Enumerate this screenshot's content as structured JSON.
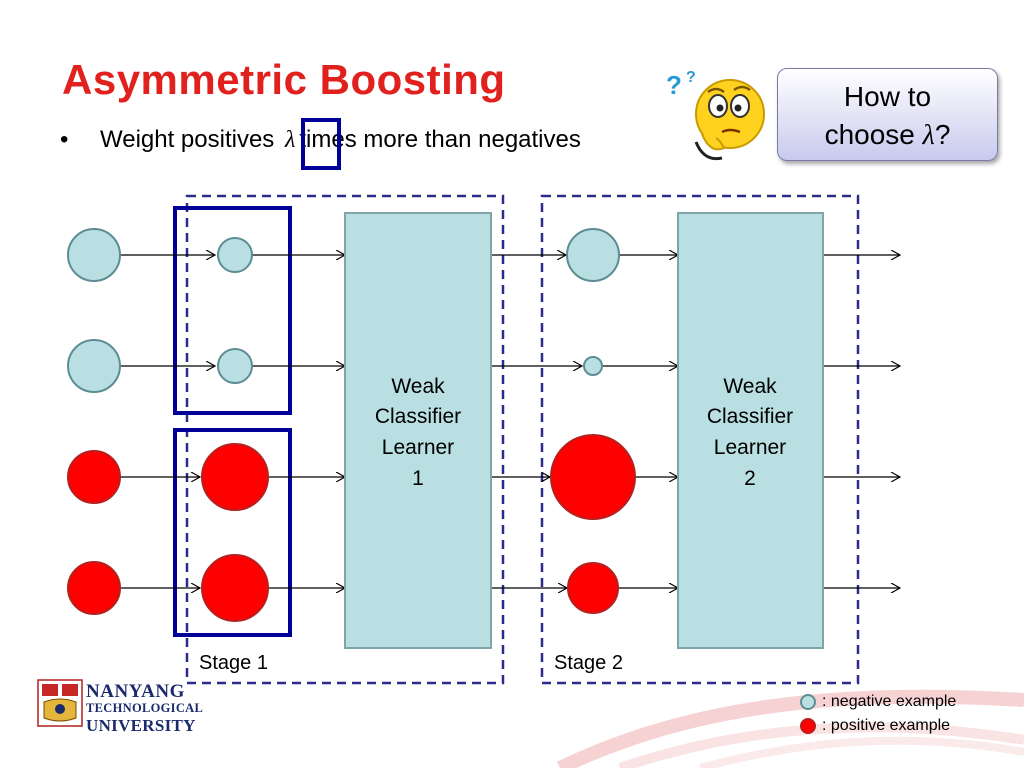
{
  "title": "Asymmetric Boosting",
  "bullet": {
    "marker": "•",
    "before": "Weight positives",
    "symbol": "λ",
    "after": "times more than negatives"
  },
  "callout": {
    "line1": "How to",
    "line2_prefix": "choose",
    "symbol": "λ",
    "line2_suffix": "?"
  },
  "diagram": {
    "learner1": [
      "Weak",
      "Classifier",
      "Learner",
      "1"
    ],
    "learner2": [
      "Weak",
      "Classifier",
      "Learner",
      "2"
    ],
    "stage1_label": "Stage 1",
    "stage2_label": "Stage 2"
  },
  "legend": {
    "negative": ": negative example",
    "positive": ": positive example"
  },
  "logo": {
    "line1": "NANYANG",
    "line2": "TECHNOLOGICAL",
    "line3": "UNIVERSITY"
  },
  "colors": {
    "title": "#e0211d",
    "negative_fill": "#b9dfe2",
    "positive_fill": "#ff0000",
    "highlight_box": "#000099",
    "stage_box": "#2b2b8a",
    "learner_fill": "#b9dfe2"
  }
}
